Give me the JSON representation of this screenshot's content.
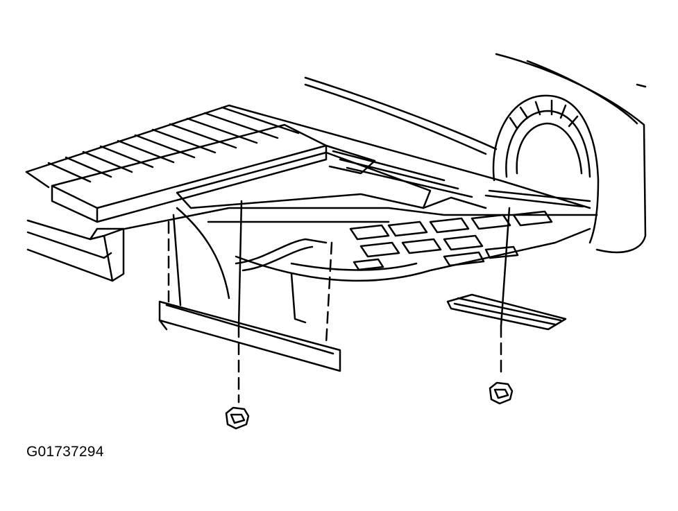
{
  "figure": {
    "id_label": "G01737294"
  },
  "colors": {
    "line": "#000000",
    "background": "#ffffff"
  },
  "parts": [
    {
      "name": "pickup-box-floor",
      "role": "structure"
    },
    {
      "name": "floor-crossmember",
      "role": "structure"
    },
    {
      "name": "rear-wheelhouse",
      "role": "structure"
    },
    {
      "name": "box-side-outer-panel",
      "role": "structure"
    },
    {
      "name": "front-rail-panel",
      "role": "structure"
    },
    {
      "name": "crossmember-support-bracket-left",
      "role": "component"
    },
    {
      "name": "crossmember-support-bracket-right",
      "role": "component"
    },
    {
      "name": "retaining-nut-left",
      "role": "fastener"
    },
    {
      "name": "retaining-nut-right",
      "role": "fastener"
    }
  ]
}
